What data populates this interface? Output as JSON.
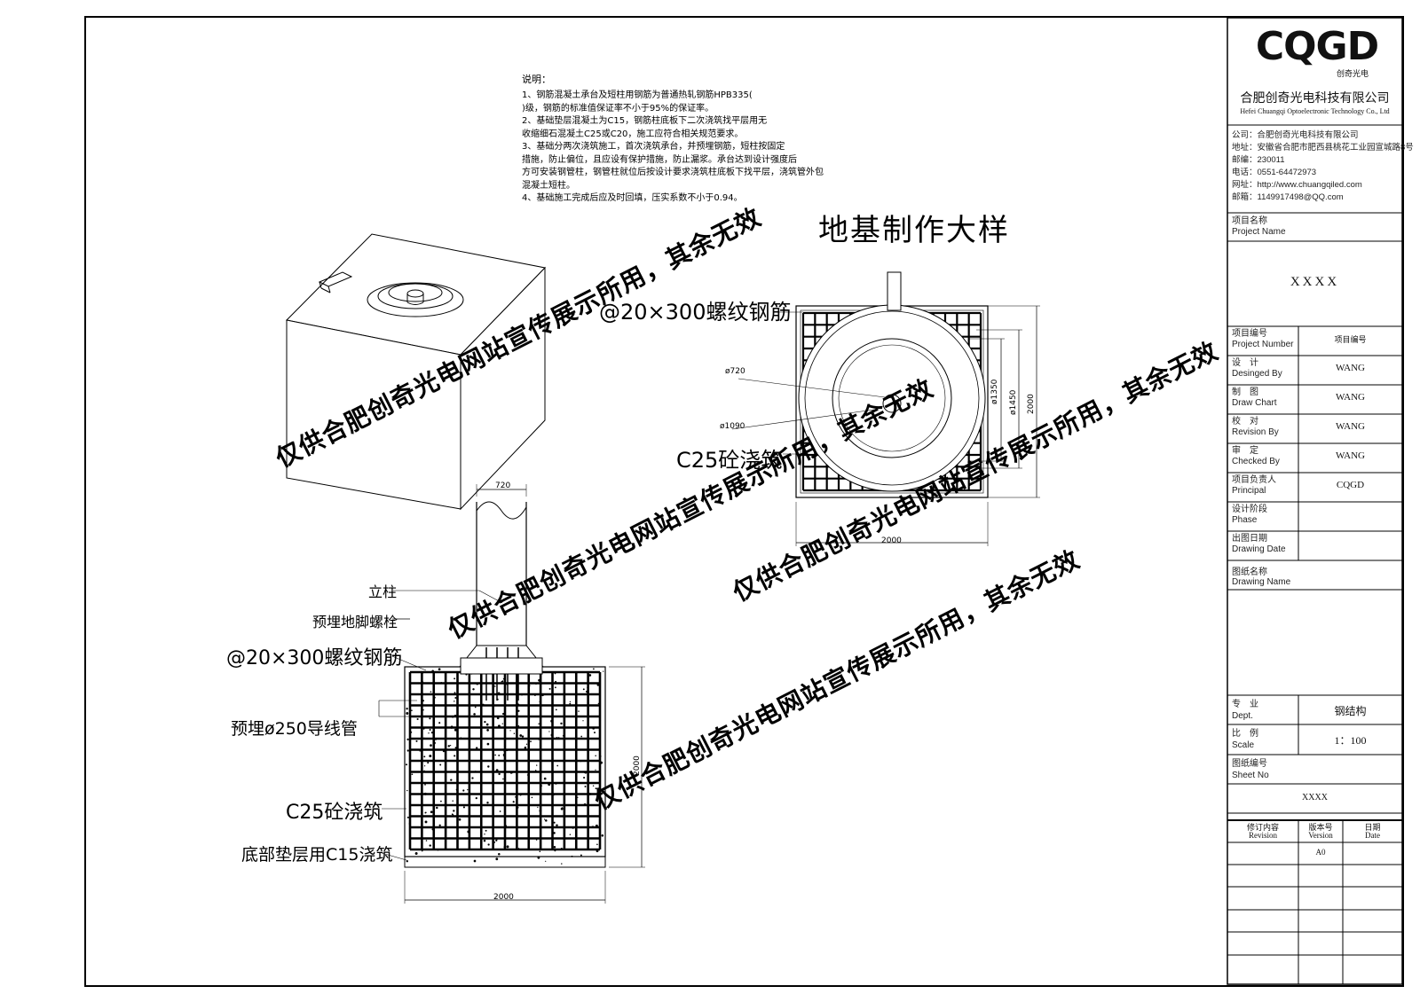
{
  "notes": {
    "heading": "说明：",
    "lines": [
      "1、钢筋混凝土承台及短柱用钢筋为普通热轧钢筋HPB335(",
      ")级，钢筋的标准值保证率不小于95%的保证率。",
      "2、基础垫层混凝土为C15，钢筋柱底板下二次浇筑找平层用无",
      "收缩细石混凝土C25或C20，施工应符合相关规范要求。",
      "3、基础分两次浇筑施工，首次浇筑承台，并预埋钢筋，短柱按固定",
      "措施，防止偏位，且应设有保护措施，防止漏浆。承台达到设计强度后",
      "方可安装钢管柱，钢管柱就位后按设计要求浇筑柱底板下找平层，浇筑管外包",
      "混凝土短柱。",
      "4、基础施工完成后应及时回填，压实系数不小于0.94。"
    ]
  },
  "drawing_title": "地基制作大样",
  "plan_view": {
    "rebar_label": "@20×300螺纹钢筋",
    "dia_720": "ø720",
    "dia_1090": "ø1090",
    "dia_1350": "ø1350",
    "dia_1450": "ø1450",
    "dim_side": "2000",
    "dim_bottom": "2000",
    "concrete_label": "C25砼浇筑"
  },
  "section_view": {
    "dim_top": "720",
    "column_label": "立柱",
    "anchor_label": "预埋地脚螺栓",
    "rebar_label": "@20×300螺纹钢筋",
    "conduit_label": "预埋ø250导线管",
    "concrete_label": "C25砼浇筑",
    "cushion_label": "底部垫层用C15浇筑",
    "dim_bottom": "2000",
    "dim_side": "2000"
  },
  "watermarks": [
    "仅供合肥创奇光电网站宣传展示所用，其余无效",
    "仅供合肥创奇光电网站宣传展示所用，其余无效",
    "仅供合肥创奇光电网站宣传展示所用，其余无效",
    "仅供合肥创奇光电网站宣传展示所用，其余无效"
  ],
  "title_block": {
    "logo": "CQGD",
    "logo_sub": "创奇光电",
    "company_cn": "合肥创奇光电科技有限公司",
    "company_en": "Hefei Chuangqi Optoelectronic Technology Co., Ltd",
    "contact": [
      "公司：合肥创奇光电科技有限公司",
      "地址：安徽省合肥市肥西县桃花工业园宣城路8号",
      "邮编：230011",
      "电话：0551-64472973",
      "网址：http://www.chuangqiled.com",
      "邮箱：1149917498@QQ.com"
    ],
    "project_name_label": "项目名称",
    "project_name_label_en": "Project Name",
    "project_name": "XXXX",
    "rows": [
      {
        "cn": "项目编号",
        "en": "Project Number",
        "value": "项目编号"
      },
      {
        "cn": "设　计",
        "en": "Desinged By",
        "value": "WANG"
      },
      {
        "cn": "制　图",
        "en": "Draw Chart",
        "value": "WANG"
      },
      {
        "cn": "校　对",
        "en": "Revision By",
        "value": "WANG"
      },
      {
        "cn": "审　定",
        "en": "Checked By",
        "value": "WANG"
      },
      {
        "cn": "项目负责人",
        "en": "Principal",
        "value": "CQGD"
      },
      {
        "cn": "设计阶段",
        "en": "Phase",
        "value": ""
      },
      {
        "cn": "出图日期",
        "en": "Drawing Date",
        "value": ""
      }
    ],
    "drawing_name_label": "图纸名称",
    "drawing_name_label_en": "Drawing Name",
    "dept_label": "专　业",
    "dept_label_en": "Dept.",
    "dept_value": "钢结构",
    "scale_label": "比　例",
    "scale_label_en": "Scale",
    "scale_value": "1：100",
    "sheet_label": "图纸编号",
    "sheet_label_en": "Sheet No",
    "sheet_value": "XXXX",
    "rev_headers": [
      {
        "cn": "修订内容",
        "en": "Revision"
      },
      {
        "cn": "版本号",
        "en": "Version"
      },
      {
        "cn": "日期",
        "en": "Date"
      }
    ],
    "rev_first_version": "A0"
  }
}
